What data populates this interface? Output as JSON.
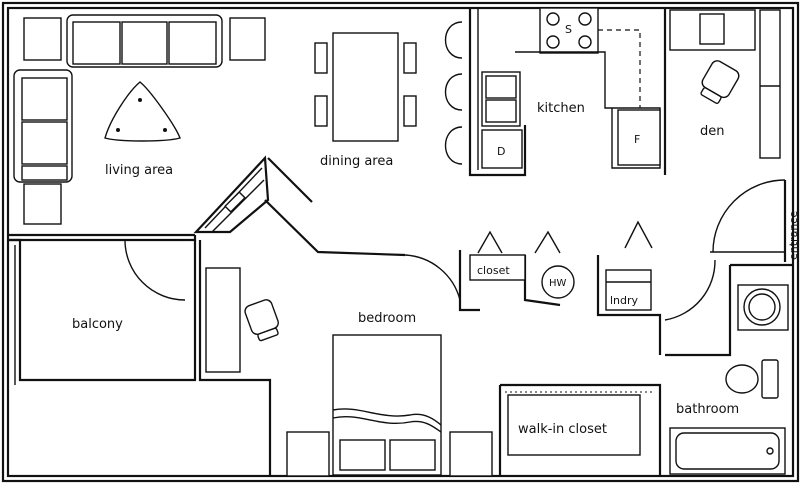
{
  "rooms": {
    "living_area": "living area",
    "dining_area": "dining area",
    "kitchen": "kitchen",
    "den": "den",
    "entrance": "entrance",
    "balcony": "balcony",
    "bedroom": "bedroom",
    "closet": "closet",
    "walk_in_closet": "walk-in closet",
    "laundry": "lndry",
    "bathroom": "bathroom"
  },
  "fixtures": {
    "stove": "S",
    "dishwasher": "D",
    "fridge": "F",
    "water_heater": "HW"
  }
}
